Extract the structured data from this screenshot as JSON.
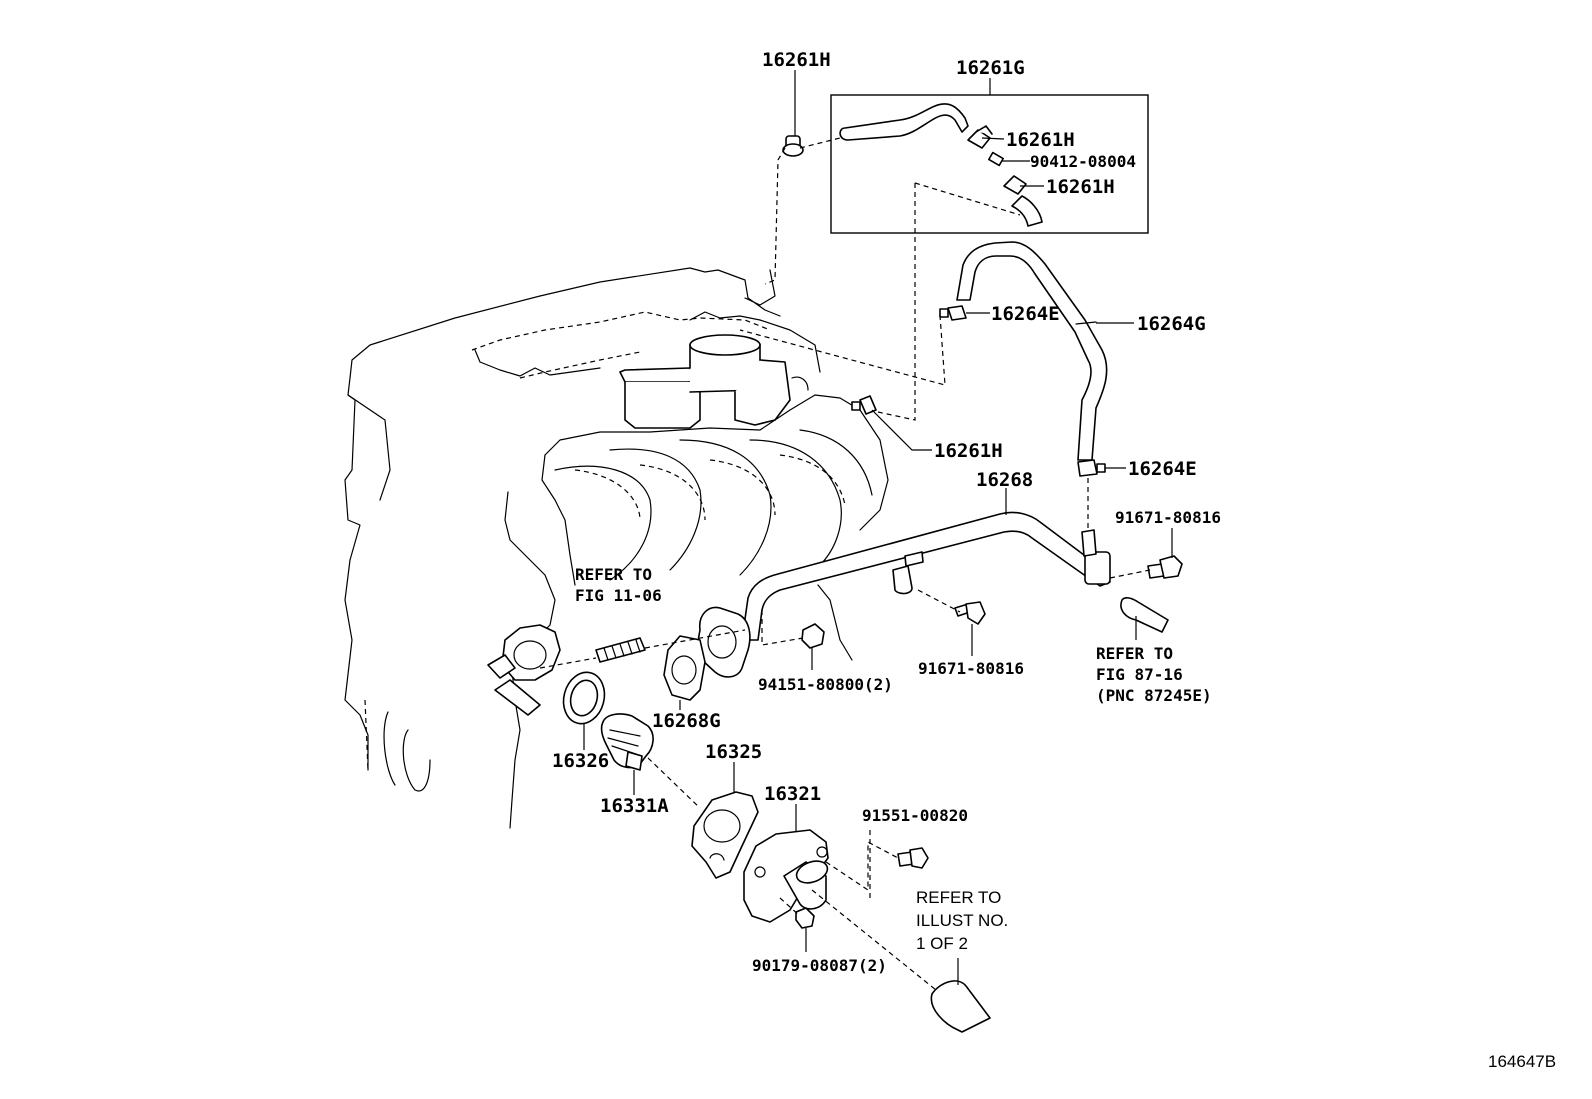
{
  "labels": {
    "p16261H_top": "16261H",
    "p16261G": "16261G",
    "p16261H_box1": "16261H",
    "p90412": "90412-08004",
    "p16261H_box2": "16261H",
    "p16264E_top": "16264E",
    "p16264G": "16264G",
    "p16261H_mid": "16261H",
    "p16264E_bot": "16264E",
    "p16268": "16268",
    "p91671_right": "91671-80816",
    "refer_fig1106_l1": "REFER TO",
    "refer_fig1106_l2": "FIG 11-06",
    "p94151": "94151-80800(2)",
    "p91671_mid": "91671-80816",
    "refer_fig8716_l1": "REFER TO",
    "refer_fig8716_l2": "FIG 87-16",
    "refer_fig8716_l3": "(PNC 87245E)",
    "p16268G": "16268G",
    "p16326": "16326",
    "p16325": "16325",
    "p16331A": "16331A",
    "p16321": "16321",
    "p91551": "91551-00820",
    "refer_illust_l1": "REFER TO",
    "refer_illust_l2": "ILLUST NO.",
    "refer_illust_l3": "1 OF 2",
    "p90179": "90179-08087(2)",
    "illustration_code": "164647B"
  }
}
